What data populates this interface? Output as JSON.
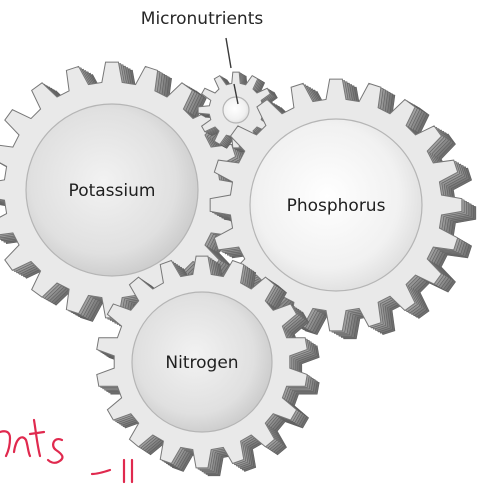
{
  "gears": [
    {
      "id": "potassium",
      "label": "Potassium"
    },
    {
      "id": "micronutrients",
      "label": ""
    },
    {
      "id": "phosphorus",
      "label": "Phosphorus"
    },
    {
      "id": "nitrogen",
      "label": "Nitrogen"
    }
  ],
  "callout": {
    "label": "Micronutrients"
  },
  "colors": {
    "gear_face_light": "#f4f4f4",
    "gear_face_mid": "#d9d9d9",
    "gear_side": "#9a9a9a",
    "gear_side_dark": "#6f6f6f",
    "handwriting": "#e0294e"
  }
}
